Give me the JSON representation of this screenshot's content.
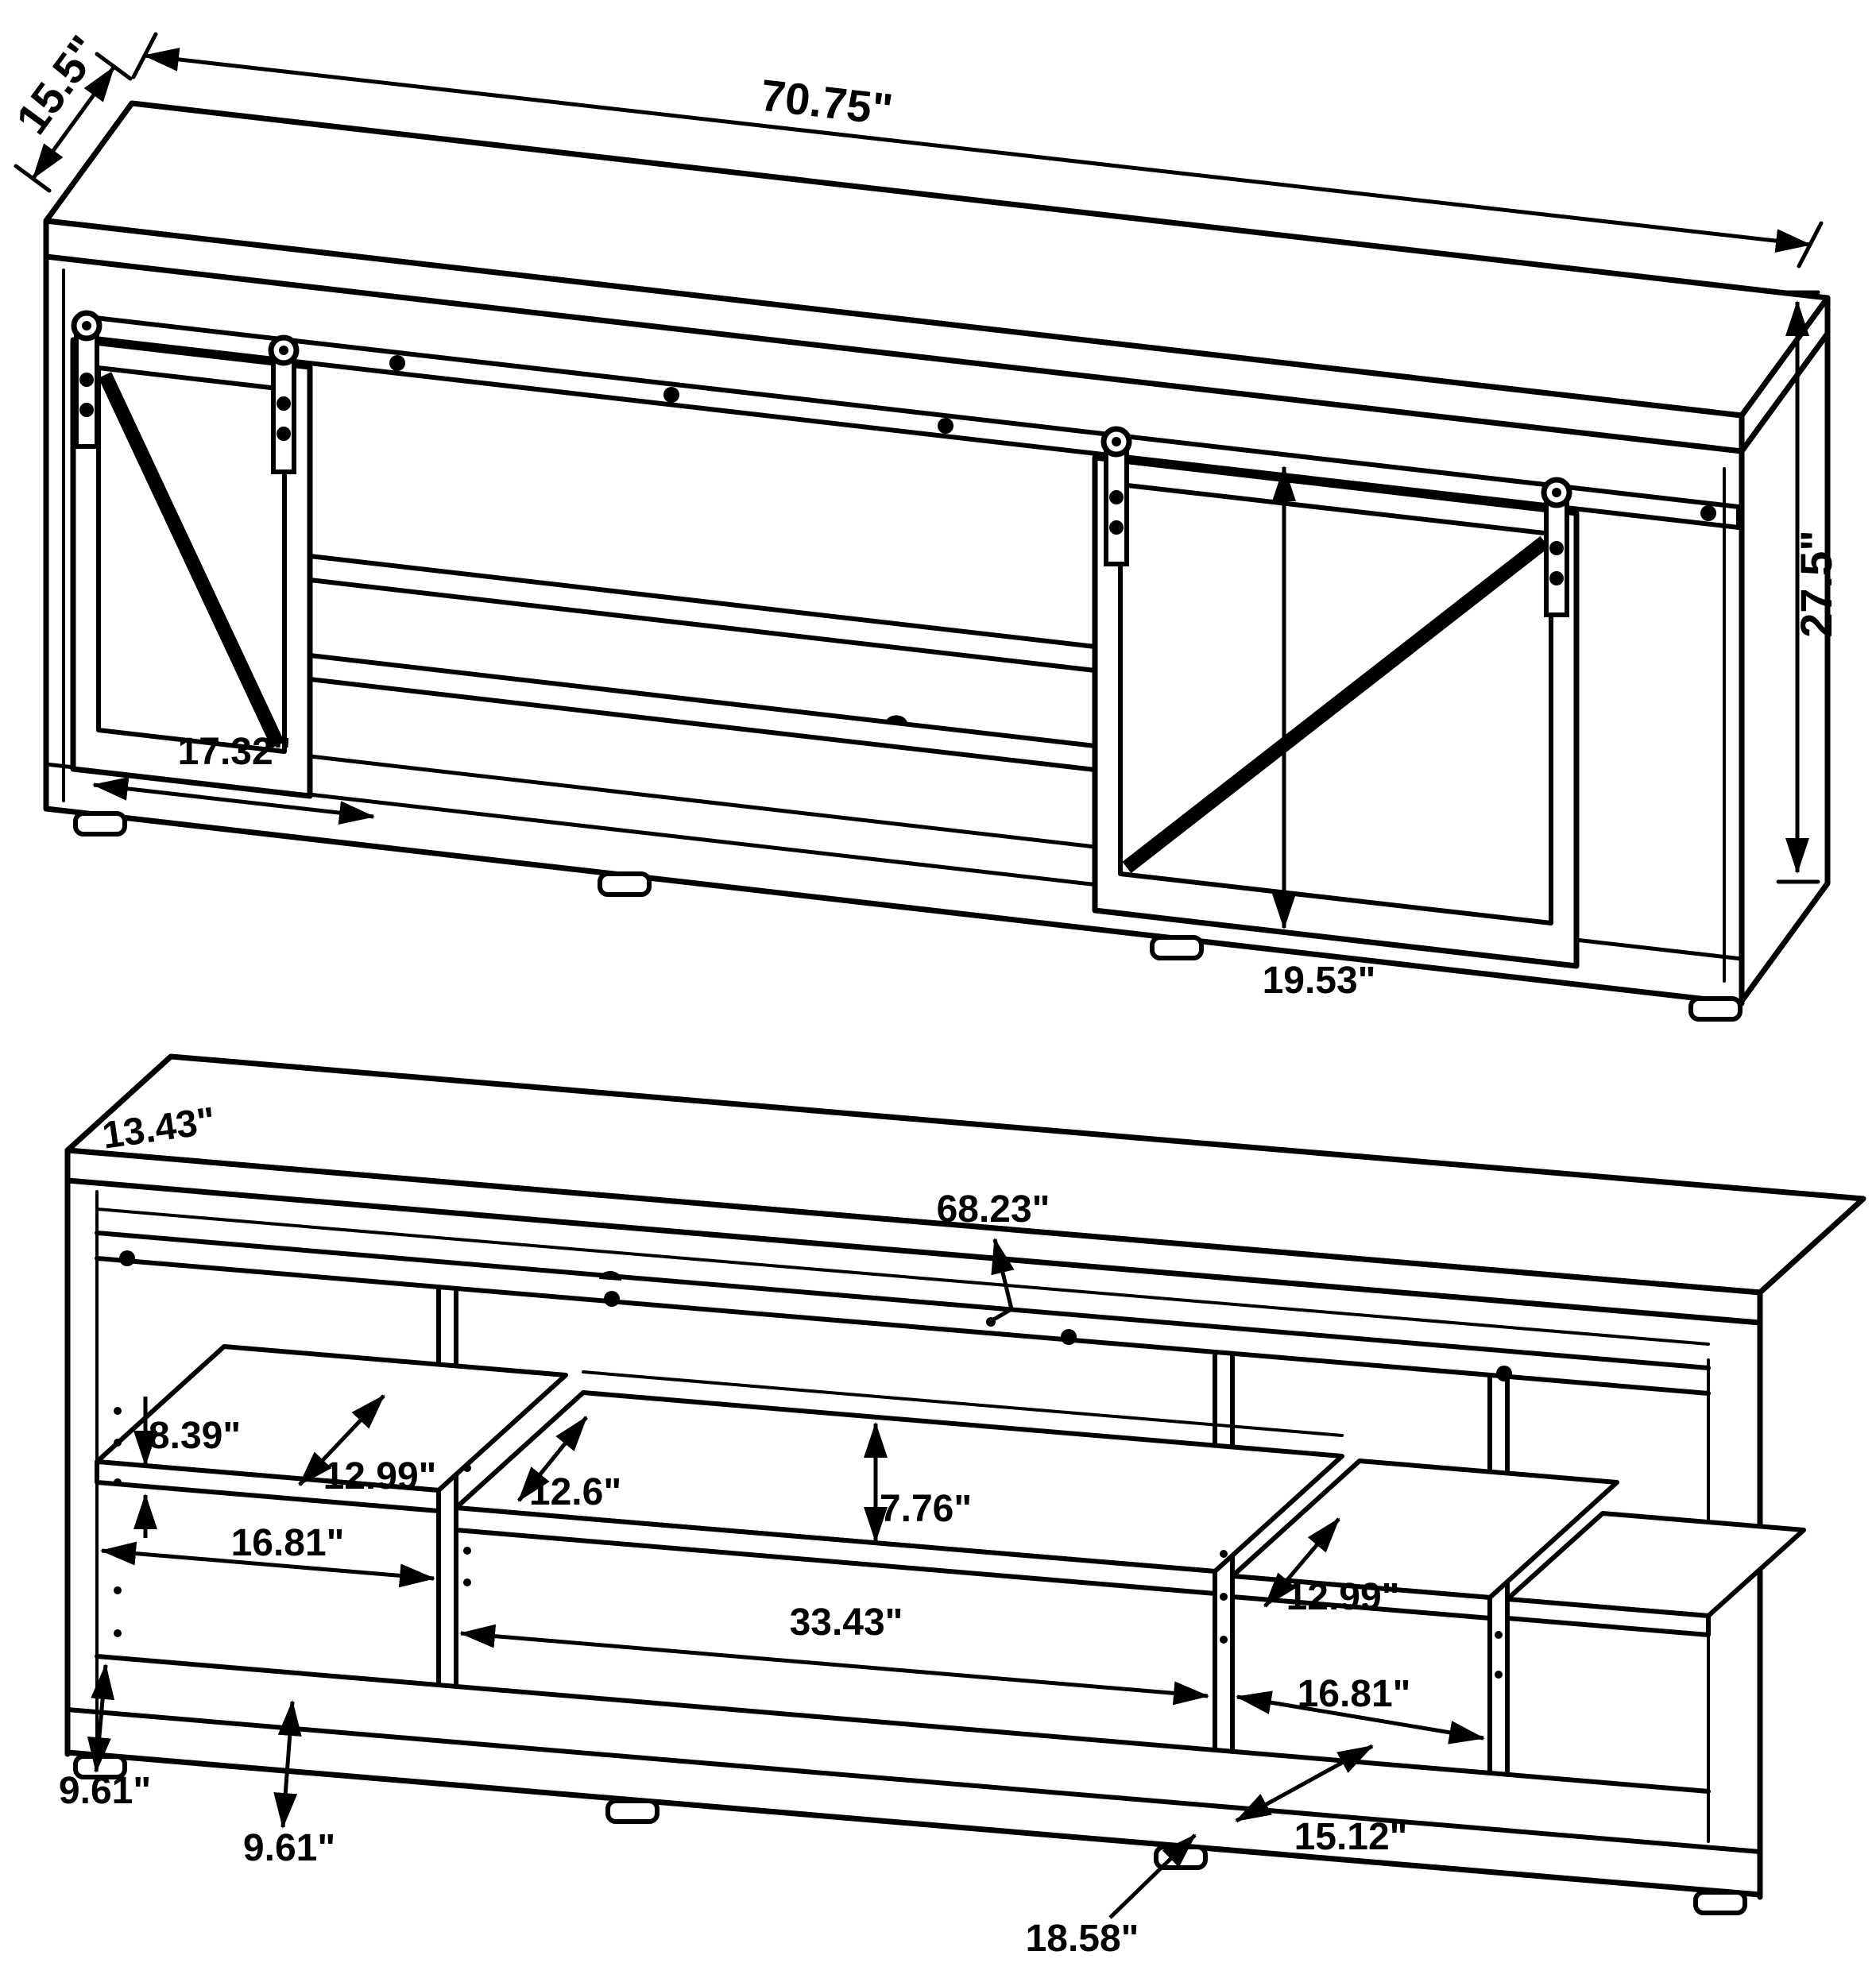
{
  "page": {
    "background_color": "#ffffff",
    "line_color": "#000000",
    "text_color": "#000000",
    "unit": "inches"
  },
  "top_view": {
    "description": "Assembled TV console, isometric front view with two sliding barn doors on a metal rail",
    "dims": {
      "depth": {
        "label": "15.5\"",
        "value": 15.5
      },
      "width": {
        "label": "70.75\"",
        "value": 70.75
      },
      "height": {
        "label": "27.5\"",
        "value": 27.5
      },
      "door_width": {
        "label": "17.32\"",
        "value": 17.32
      },
      "door_height": {
        "label": "19.53\"",
        "value": 19.53
      }
    }
  },
  "bottom_view": {
    "description": "TV console interior view with doors removed showing shelves and compartments",
    "dims": {
      "top_depth": {
        "label": "13.43\"",
        "value": 13.43
      },
      "interior_width": {
        "label": "68.23\"",
        "value": 68.23
      },
      "left_opening_height": {
        "label": "8.39\"",
        "value": 8.39
      },
      "left_shelf_depth": {
        "label": "12.99\"",
        "value": 12.99
      },
      "center_shelf_depth": {
        "label": "12.6\"",
        "value": 12.6
      },
      "center_opening_height": {
        "label": "7.76\"",
        "value": 7.76
      },
      "left_bay_width": {
        "label": "16.81\"",
        "value": 16.81
      },
      "center_bay_width": {
        "label": "33.43\"",
        "value": 33.43
      },
      "right_shelf_depth": {
        "label": "12.99\"",
        "value": 12.99
      },
      "right_bay_width": {
        "label": "16.81\"",
        "value": 16.81
      },
      "left_bottom_height": {
        "label": "9.61\"",
        "value": 9.61
      },
      "center_bottom_height": {
        "label": "9.61\"",
        "value": 9.61
      },
      "right_lower_shelf_depth": {
        "label": "15.12\"",
        "value": 15.12
      },
      "right_bottom_height": {
        "label": "18.58\"",
        "value": 18.58
      }
    }
  }
}
